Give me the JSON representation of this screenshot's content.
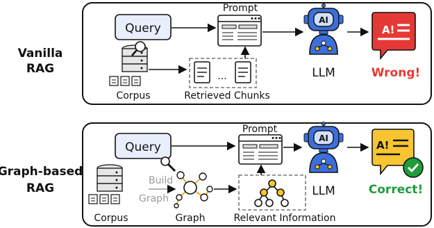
{
  "vanilla": {
    "label_line1": "Vanilla",
    "label_line2": "RAG",
    "query": "Query",
    "prompt": "Prompt",
    "llm": "LLM",
    "ai_badge": "AI",
    "answer_badge": "A!",
    "result": "Wrong!",
    "corpus": "Corpus",
    "chunks": "Retrieved Chunks",
    "ellipsis": "..."
  },
  "graph_based": {
    "label_line1": "Graph-based",
    "label_line2": "RAG",
    "query": "Query",
    "prompt": "Prompt",
    "llm": "LLM",
    "ai_badge": "AI",
    "answer_badge": "A!",
    "result": "Correct!",
    "corpus": "Corpus",
    "build_line1": "Build",
    "build_line2": "Graph",
    "graph": "Graph",
    "relevant": "Relevant Information"
  },
  "colors": {
    "query_fill": "#e8eefb",
    "robot_blue": "#3c6fd9",
    "robot_face": "#cfe0ff",
    "wrong_red": "#e53935",
    "correct_green": "#1f9d3a",
    "yellow_doc": "#f7c531",
    "node_orange": "#f5a623",
    "dashed_gray": "#777777",
    "build_gray": "#9a9a9a"
  },
  "icons": [
    "database-icon",
    "magnifier-icon",
    "document-icon",
    "prompt-window-icon",
    "robot-icon",
    "error-doc-icon",
    "success-doc-icon",
    "check-icon",
    "graph-icon",
    "tree-icon"
  ]
}
